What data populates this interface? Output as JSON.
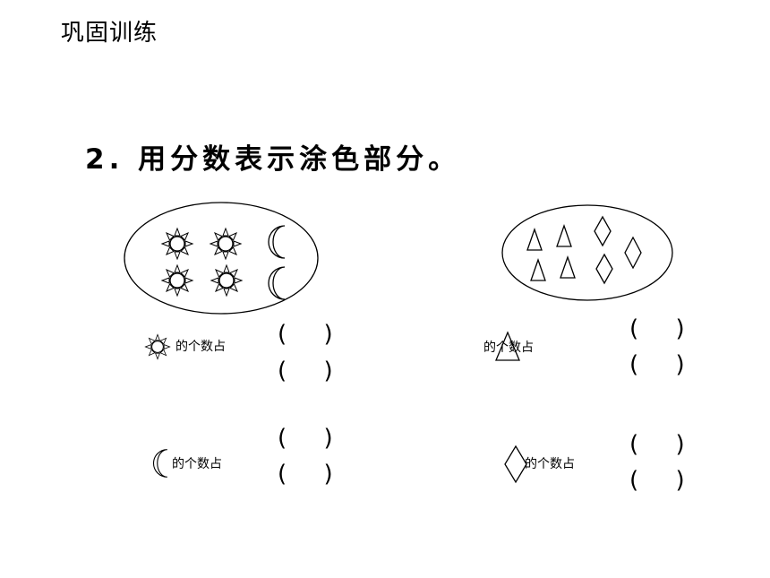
{
  "header": {
    "title": "巩固训练"
  },
  "question": {
    "text": "2. 用分数表示涂色部分。"
  },
  "groups": [
    {
      "items": [
        {
          "icon": "sun-icon",
          "label": "的个数占"
        },
        {
          "icon": "moon-icon",
          "label": "的个数占"
        }
      ],
      "shapes": {
        "sun_count": 4,
        "moon_count": 2
      }
    },
    {
      "items": [
        {
          "icon": "triangle-icon",
          "label": "的个数占"
        },
        {
          "icon": "diamond-icon",
          "label": "的个数占"
        }
      ],
      "shapes": {
        "triangle_count": 4,
        "diamond_count": 3
      }
    }
  ],
  "answer_blanks": {
    "open": "(",
    "close": ")"
  }
}
